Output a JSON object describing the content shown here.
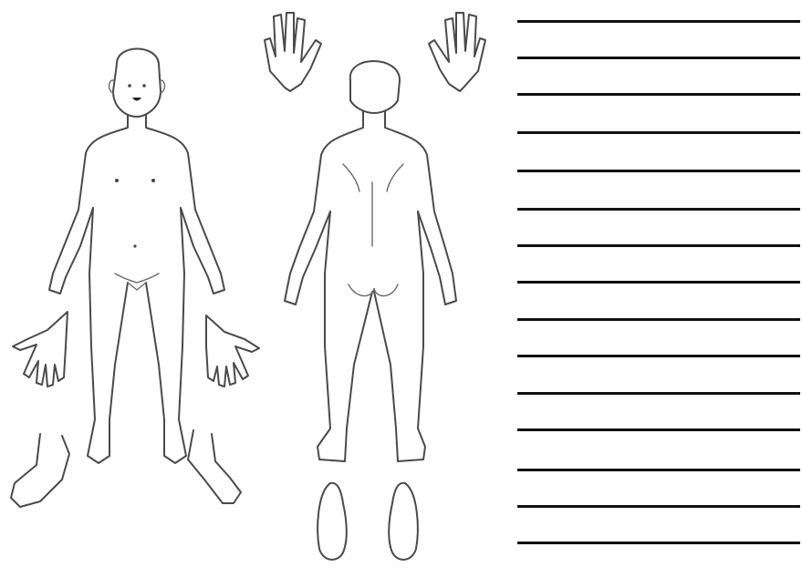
{
  "diagram": {
    "views": [
      "front-body",
      "back-body",
      "front-hands",
      "back-hands",
      "front-feet",
      "soles"
    ]
  },
  "notes": {
    "line_count": 15,
    "line_color": "#111111"
  }
}
